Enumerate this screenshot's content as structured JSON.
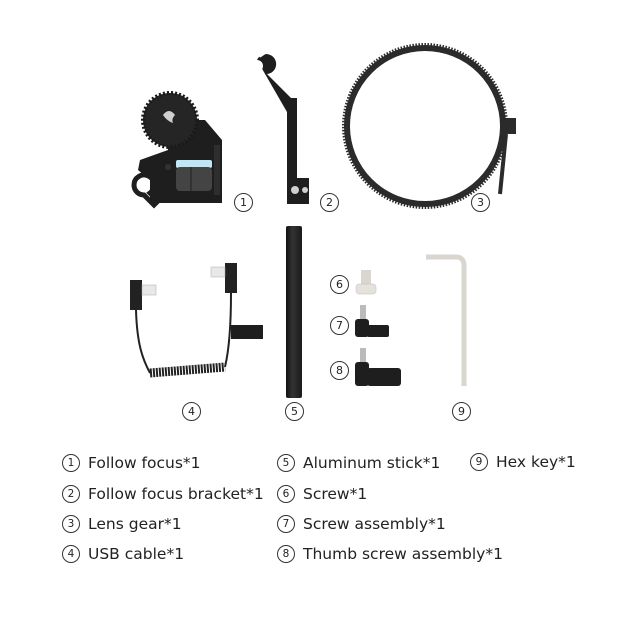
{
  "items": [
    {
      "n": "1",
      "label": "Follow focus*1"
    },
    {
      "n": "2",
      "label": "Follow focus bracket*1"
    },
    {
      "n": "3",
      "label": "Lens gear*1"
    },
    {
      "n": "4",
      "label": "USB cable*1"
    },
    {
      "n": "5",
      "label": "Aluminum stick*1"
    },
    {
      "n": "6",
      "label": "Screw*1"
    },
    {
      "n": "7",
      "label": "Screw assembly*1"
    },
    {
      "n": "8",
      "label": "Thumb screw assembly*1"
    },
    {
      "n": "9",
      "label": "Hex key*1"
    }
  ],
  "colors": {
    "part_black": "#1e1e1e",
    "part_dark": "#2b2b2b",
    "metal": "#d9d6d0",
    "accent_blue": "#bfe6f5"
  }
}
